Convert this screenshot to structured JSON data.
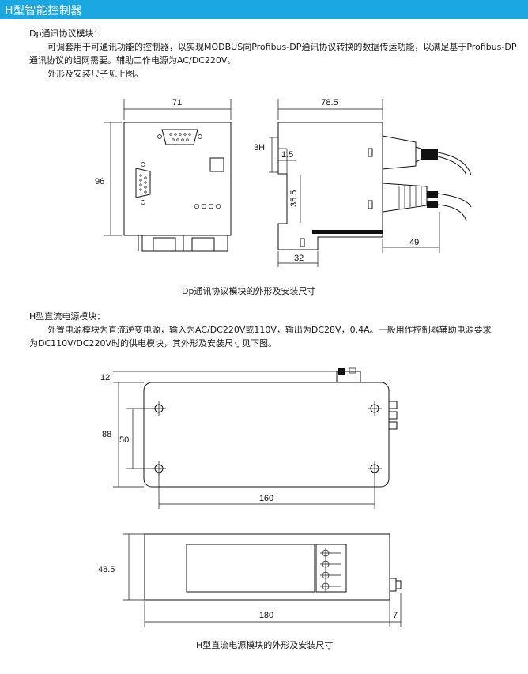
{
  "header": {
    "title": "H型智能控制器"
  },
  "dp_section": {
    "heading": "Dp通讯协议模块：",
    "para_line1": "可调套用于可通讯功能的控制器，以实现MODBUS向Profibus-DP通讯协议转换的数据传运功能，以满足基于Profibus-DP",
    "para_line2": "通讯协议的组网需要。辅助工作电源为AC/DC220V。",
    "para_line3": "外形及安装尺子见上图。",
    "caption": "Dp通讯协议模块的外形及安装尺寸",
    "dims": {
      "width": "71",
      "height": "96",
      "depth": "78.5",
      "h3": "3H",
      "d15": "1.5",
      "d355": "35.5",
      "d32": "32",
      "d49": "49"
    }
  },
  "power_section": {
    "heading": "H型直流电源模块：",
    "para_line1": "外置电源模块为直流逆变电源，输入为AC/DC220V或110V，输出为DC28V，0.4A。一般用作控制器辅助电源要求",
    "para_line2": "为DC110V/DC220V时的供电模块，其外形及安装尺寸见下图。",
    "caption": "H型直流电源模块的外形及安装尺寸",
    "dims": {
      "d12": "12",
      "d88": "88",
      "d50": "50",
      "d160": "160",
      "d485": "48.5",
      "d180": "180",
      "d7": "7"
    }
  }
}
